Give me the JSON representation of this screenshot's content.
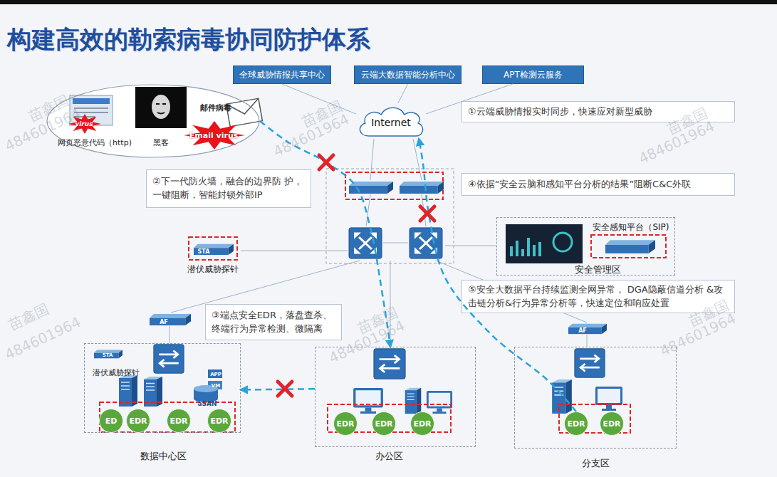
{
  "diagram": {
    "title": "构建高效的勒索病毒协同防护体系",
    "nodes": [
      {
        "text": [
          "全球威胁情报共享中心"
        ]
      },
      {
        "text": [
          "云端大数据智能分析中心"
        ]
      },
      {
        "text": [
          "APT检测云服务"
        ]
      },
      {
        "text": [
          "virus",
          "网页恶意代码（http)",
          "黑客",
          "邮件病毒",
          "Email virus"
        ]
      },
      {
        "text": [
          "Internet"
        ]
      },
      {
        "text": [
          "①云端威胁情报实时同步，快速应对新型威胁"
        ]
      },
      {
        "text": [
          "②下一代防火墙，融合的边界防 护，一键阻断，智能封锁外部IP"
        ]
      },
      {
        "text": [
          "④依据“安全云脑和感知平台分析的结果”阻断C&C外联"
        ]
      },
      {
        "text": [
          "STA",
          "潜伏威胁探针"
        ]
      },
      {
        "text": [
          "安全管理区"
        ]
      },
      {
        "text": [
          "安全感知平台（SIP)"
        ],
        "in": 9
      },
      {
        "text": [
          "⑤安全大数据平台持续监测全网异常， DGA隐蔽信道分析 &攻击链分析&行为异常分析等，快速定位和响应处置"
        ]
      },
      {
        "text": [
          "③端点安全EDR，落盘查杀、 终端行为异常检测、微隔离"
        ]
      },
      {
        "text": [
          "数据中心区"
        ]
      },
      {
        "text": [
          "STA",
          "潜伏威胁探针"
        ],
        "in": 13
      },
      {
        "text": [
          "APP",
          "VM",
          "aSAN"
        ],
        "in": 13
      },
      {
        "text": [
          "ED"
        ],
        "in": 13
      },
      {
        "text": [
          "EDR"
        ],
        "in": 13
      },
      {
        "text": [
          "EDR"
        ],
        "in": 13
      },
      {
        "text": [
          "EDR"
        ],
        "in": 13
      },
      {
        "text": [
          "办公区"
        ]
      },
      {
        "text": [
          "EDR"
        ],
        "in": 20
      },
      {
        "text": [
          "EDR"
        ],
        "in": 20
      },
      {
        "text": [
          "EDR"
        ],
        "in": 20
      },
      {
        "text": [
          "分支区"
        ]
      },
      {
        "text": [
          "EDR"
        ],
        "in": 24
      },
      {
        "text": [
          "EDR"
        ],
        "in": 24
      }
    ],
    "edges": [
      {
        "from": 0,
        "to": 4,
        "arrow": "none"
      },
      {
        "from": 1,
        "to": 4,
        "arrow": "none"
      },
      {
        "from": 2,
        "to": 4,
        "arrow": "none"
      },
      {
        "from": 3,
        "to": 20,
        "arrow": "to"
      },
      {
        "from": 25,
        "to": 4,
        "arrow": "to"
      },
      {
        "from": 20,
        "to": 13,
        "arrow": "to"
      }
    ],
    "labels": [
      "AF",
      "AF",
      "苗鑫国",
      "484601964",
      "苗鑫国",
      "484601964",
      "苗鑫国",
      "484601964",
      "苗鑫国",
      "484601964",
      "苗鑫国",
      "484601964",
      "苗鑫国",
      "484601964"
    ]
  }
}
